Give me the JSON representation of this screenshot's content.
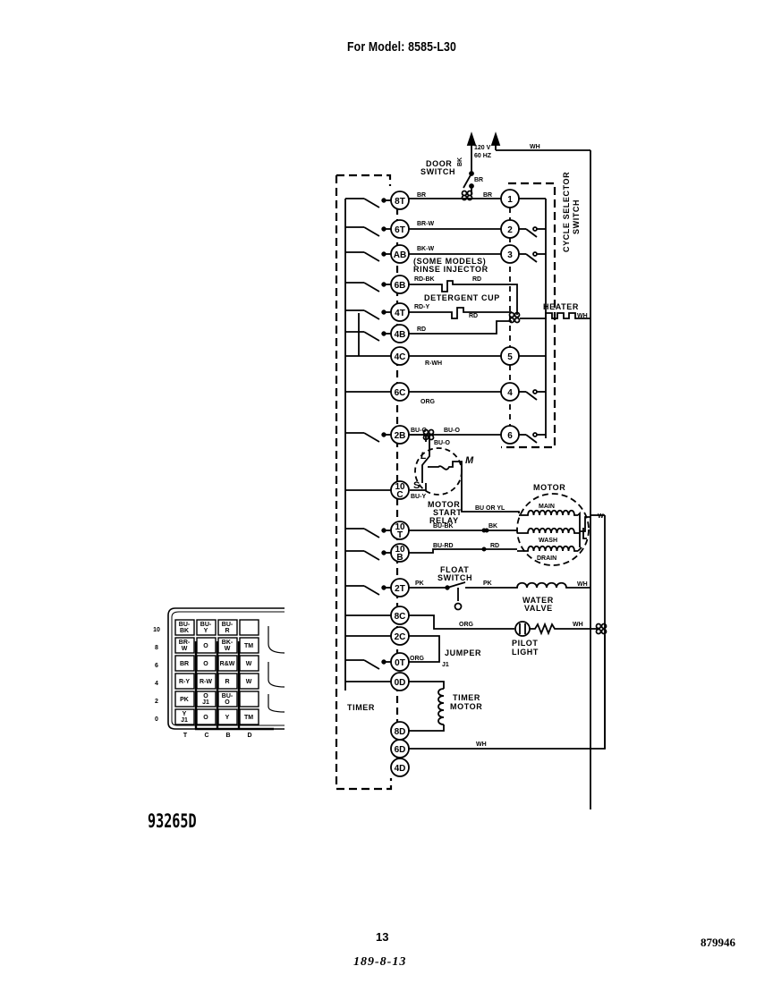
{
  "header": {
    "title": "For Model: 8585-L30"
  },
  "footer": {
    "diagram_code": "93265D",
    "page_number": "13",
    "handwritten_note": "189-8-13",
    "document_number": "879946"
  },
  "power": {
    "supply_label_1": "120 V",
    "supply_label_2": "60 HZ",
    "line_wire": "BK",
    "neutral_wire": "WH"
  },
  "components": {
    "door_switch": [
      "DOOR",
      "SWITCH"
    ],
    "cycle_selector": [
      "CYCLE SELECTOR",
      "SWITCH"
    ],
    "rinse_injector": [
      "(SOME MODELS)",
      "RINSE INJECTOR"
    ],
    "detergent_cup": "DETERGENT CUP",
    "heater": "HEATER",
    "motor": "MOTOR",
    "motor_windings": [
      "MAIN",
      "WASH",
      "DRAIN"
    ],
    "motor_start_relay": [
      "MOTOR",
      "START",
      "RELAY"
    ],
    "relay_terminals": [
      "L",
      "M",
      "S"
    ],
    "float_switch": [
      "FLOAT",
      "SWITCH"
    ],
    "water_valve": [
      "WATER",
      "VALVE"
    ],
    "pilot_light": [
      "PILOT",
      "LIGHT"
    ],
    "jumper": "JUMPER",
    "timer": "TIMER",
    "timer_motor": [
      "TIMER",
      "MOTOR"
    ]
  },
  "timer_terminals": [
    "8T",
    "6T",
    "AB",
    "6B",
    "4T",
    "4B",
    "4C",
    "6C",
    "2B",
    "10C",
    "10T",
    "10B",
    "2T",
    "8C",
    "2C",
    "0T",
    "0D",
    "8D",
    "6D",
    "4D"
  ],
  "selector_terminals": [
    "1",
    "2",
    "3",
    "5",
    "4",
    "6"
  ],
  "wire_labels": {
    "door_out": "BR",
    "t8t": "BR",
    "s1": "BR",
    "t6t": "BR-W",
    "tab": "BK-W",
    "t6b": "RD-BK",
    "t6b_b": "RD",
    "t4t": "RD-Y",
    "t4t_b": "RD",
    "t4b": "RD",
    "heater_out": "WH",
    "t4c": "R-WH",
    "t6c": "ORG",
    "t2b": "BU-O",
    "t2b_b": "BU-O",
    "relay_in": "BU-O",
    "t10c": "BU-Y",
    "motor_main": "BU OR YL",
    "t10t": "BU-BK",
    "t10t_b": "BK",
    "t10b": "BU-RD",
    "t10b_b": "RD",
    "motor_out": "W",
    "t2t": "PK",
    "t2t_b": "PK",
    "valve_out": "WH",
    "t8c": "ORG",
    "pilot_out": "WH",
    "t0t": "ORG",
    "jumper_tag": "J1",
    "t6d": "WH"
  },
  "terminal_grid": {
    "row_labels": [
      "10",
      "8",
      "6",
      "4",
      "2",
      "0"
    ],
    "col_labels": [
      "T",
      "C",
      "B",
      "D"
    ],
    "cells": [
      [
        "BU-BK",
        "BU-Y",
        "BU-R",
        ""
      ],
      [
        "BR-W",
        "O",
        "BK-W",
        "TM"
      ],
      [
        "BR",
        "O",
        "R&W",
        "W"
      ],
      [
        "R-Y",
        "R-W",
        "R",
        "W"
      ],
      [
        "PK",
        "O J1",
        "BU-O",
        ""
      ],
      [
        "Y J1",
        "O",
        "Y",
        "TM"
      ]
    ]
  }
}
